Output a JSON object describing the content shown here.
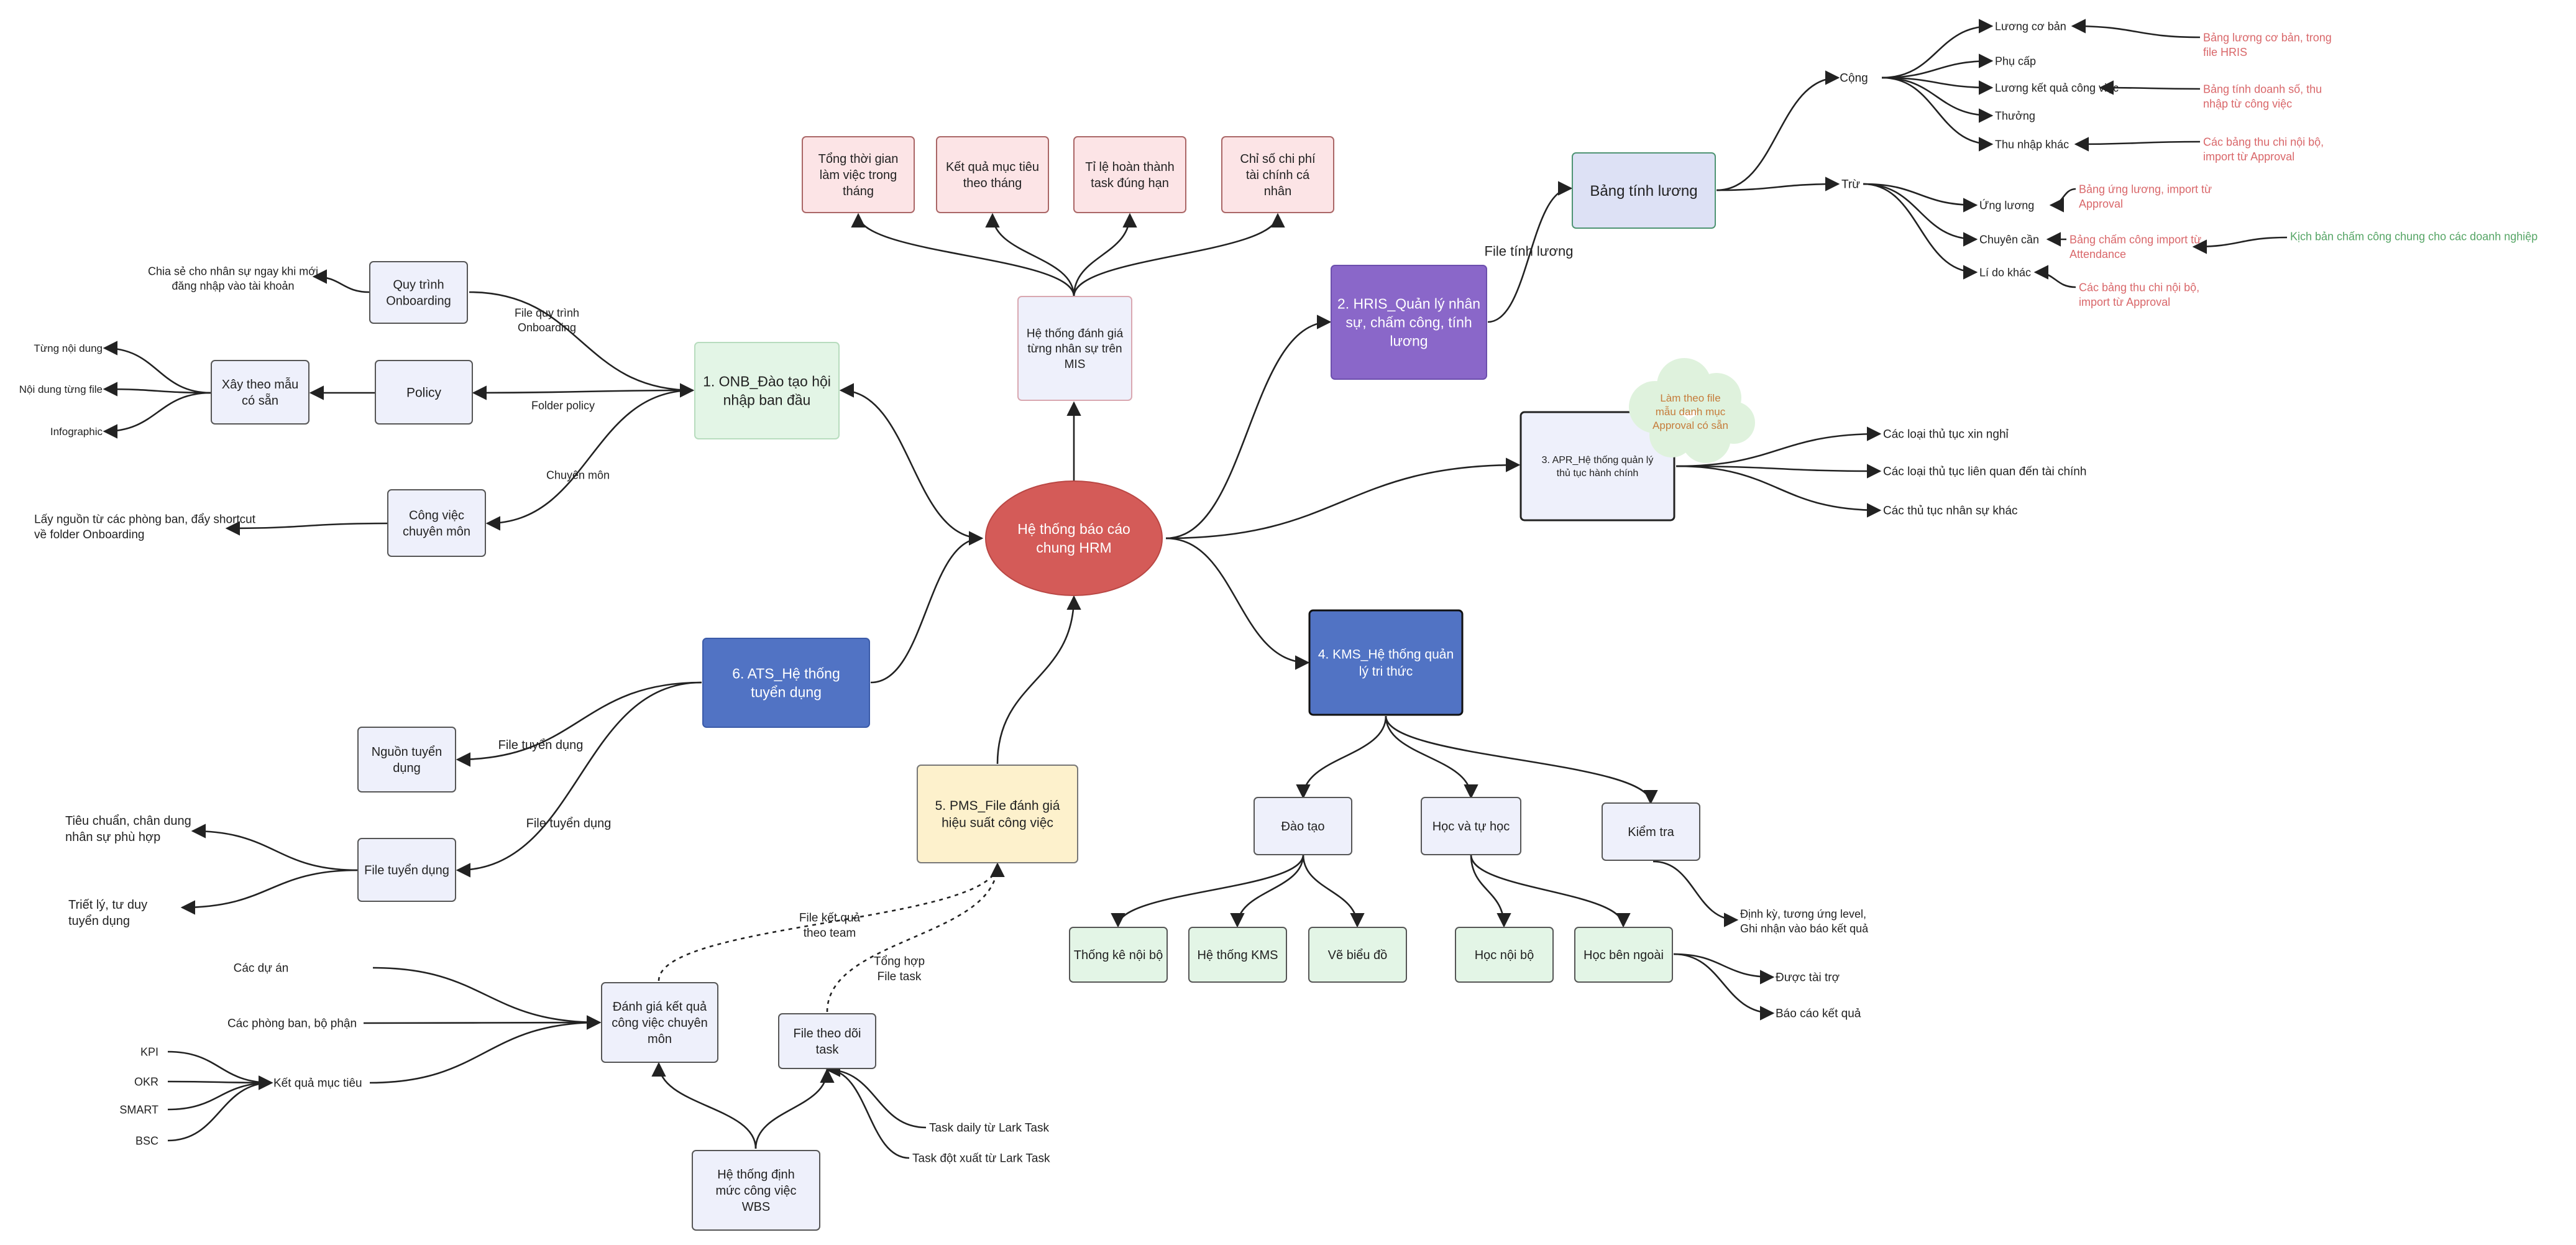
{
  "center": "Hệ thống báo cáo chung HRM",
  "mis": {
    "hub": "Hệ thống đánh giá từng nhân sự trên MIS",
    "metrics": [
      "Tổng thời gian làm việc trong tháng",
      "Kết quả mục tiêu theo tháng",
      "Tỉ lệ hoàn thành task đúng hạn",
      "Chỉ số chi phí tài chính cá nhân"
    ]
  },
  "onb": {
    "title": "1. ONB_Đào tạo hội nhập ban đầu",
    "items": [
      "Quy trình Onboarding",
      "Policy",
      "Công việc chuyên môn"
    ],
    "edge_labels": [
      "File quy trình Onboarding",
      "Folder policy",
      "Chuyên môn"
    ],
    "onboarding_note": "Chia sẻ cho nhân sự ngay khi mới đăng nhập vào tài khoản",
    "template": "Xây theo mẫu có sẵn",
    "template_items": [
      "Từng nội dung",
      "Nội dung từng file",
      "Infographic"
    ],
    "expertise_note": "Lấy nguồn từ các phòng ban, đẩy shortcut về folder Onboarding"
  },
  "hris": {
    "title": "2. HRIS_Quản lý nhân sự, chấm công, tính lương",
    "edge_label": "File tính lương",
    "payroll": "Bảng tính lương",
    "plus": "Cộng",
    "minus": "Trừ",
    "plus_items": [
      "Lương cơ bản",
      "Phụ cấp",
      "Lương kết quả công việc",
      "Thưởng",
      "Thu nhập khác"
    ],
    "minus_items": [
      "Ứng lương",
      "Chuyên cần",
      "Lí do khác"
    ],
    "sources": [
      "Bảng lương cơ bản, trong file HRIS",
      "Bảng tính doanh số, thu nhập từ công việc",
      "Các bảng thu chi nội bộ, import từ Approval",
      "Bảng ứng lương, import từ Approval",
      "Bảng chấm công import từ Attendance",
      "Các bảng thu chi nội bộ, import từ Approval"
    ],
    "attendance_note": "Kịch bản chấm công chung cho các doanh nghiệp"
  },
  "apr": {
    "title": "3. APR_Hệ thống quản lý thủ tục hành chính",
    "cloud": "Làm theo file mẫu danh mục Approval có sẵn",
    "items": [
      "Các loại thủ tục xin nghỉ",
      "Các loại thủ tục liên quan đến tài chính",
      "Các thủ tục nhân sự khác"
    ]
  },
  "kms": {
    "title": "4. KMS_Hệ thống quản lý tri thức",
    "groups": [
      "Đào tạo",
      "Học và tự học",
      "Kiểm tra"
    ],
    "training": [
      "Thống kê nội bộ",
      "Hệ thống KMS",
      "Vẽ biểu đồ"
    ],
    "learning": [
      "Học nội bộ",
      "Học bên ngoài"
    ],
    "external": [
      "Được tài trợ",
      "Báo cáo kết quả"
    ],
    "test_note": "Định kỳ, tương ứng level, Ghi nhận vào báo kết quả"
  },
  "pms": {
    "title": "5. PMS_File đánh giá hiệu suất công việc",
    "team_label": "File kết quả theo team",
    "task_label": "Tổng hợp File task",
    "eval": "Đánh giá kết quả công việc chuyên môn",
    "tracking": "File theo dõi task",
    "wbs": "Hệ thống định mức công việc WBS",
    "eval_inputs": [
      "Các dự án",
      "Các phòng ban, bộ phận",
      "Kết quả mục tiêu"
    ],
    "goal_methods": [
      "KPI",
      "OKR",
      "SMART",
      "BSC"
    ],
    "tasks": [
      "Task daily từ Lark Task",
      "Task đột xuất từ Lark Task"
    ]
  },
  "ats": {
    "title": "6. ATS_Hệ thống tuyển dụng",
    "edge_labels": [
      "File tuyển dụng",
      "File tuyển dụng"
    ],
    "items": [
      "Nguồn tuyển dụng",
      "File tuyển dụng"
    ],
    "notes": [
      "Tiêu chuẩn, chân dung nhân sự phù hợp",
      "Triết lý, tư duy tuyển dụng"
    ]
  },
  "colors": {
    "center": "#d45b58",
    "pink": "#fce4e6",
    "green": "#e3f5e6",
    "purple": "#8a67c9",
    "blue": "#5173c4",
    "lavender": "#dde1f5",
    "yellow": "#fdf1cc",
    "grey": "#eef0fb",
    "red_text": "#d9676a",
    "green_text": "#55a565",
    "cloud": "#dff2dd",
    "cloud_text": "#c57b3a"
  }
}
